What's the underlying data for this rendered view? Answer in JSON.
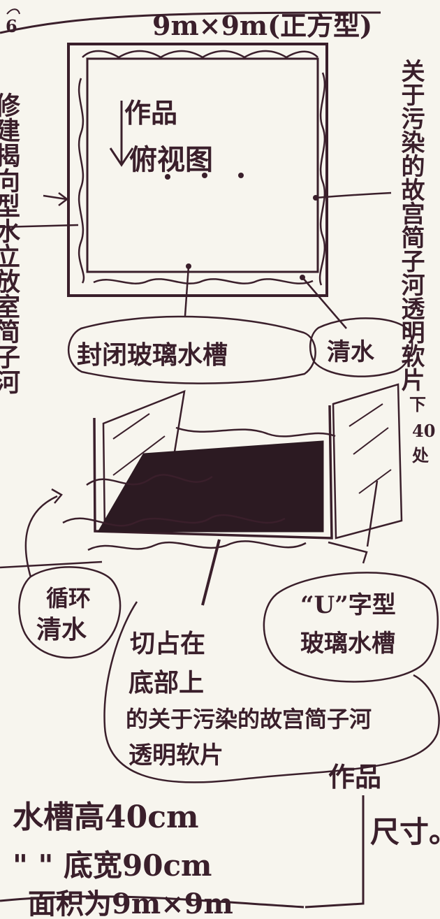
{
  "sketch": {
    "page_marker": "6",
    "header_title": "9m×9m(正方型)",
    "plan_label_line1": "作品",
    "plan_label_line2": "俯视图",
    "left_note": "修建揭向型水立放室简子河",
    "right_note": "关于污染的故宫简子河透明软片",
    "bubble_glass_trough": "封闭玻璃水槽",
    "bubble_clear_water_top": "清水",
    "height_note_line1": "下",
    "height_note_line2": "40",
    "height_note_line3": "处",
    "bubble_circulating_line1": "循环",
    "bubble_circulating_line2": "清水",
    "bubble_u_trough_line1": "“U”字型",
    "bubble_u_trough_line2": "玻璃水槽",
    "bubble_bottom_line1": "切占在",
    "bubble_bottom_line2": "底部上",
    "bubble_bottom_line3": "的关于污染的故宫简子河",
    "bubble_bottom_line4": "透明软片",
    "size_label_line1": "作品",
    "size_label_line2": "尺寸。",
    "spec_line1": "水槽高40cm",
    "spec_line2": "\" \" 底宽90cm",
    "spec_line3": "面积为9m×9m"
  },
  "colors": {
    "ink": "#3a1f2b",
    "paper": "#f7f5ee",
    "shade": "#2c1a22"
  }
}
